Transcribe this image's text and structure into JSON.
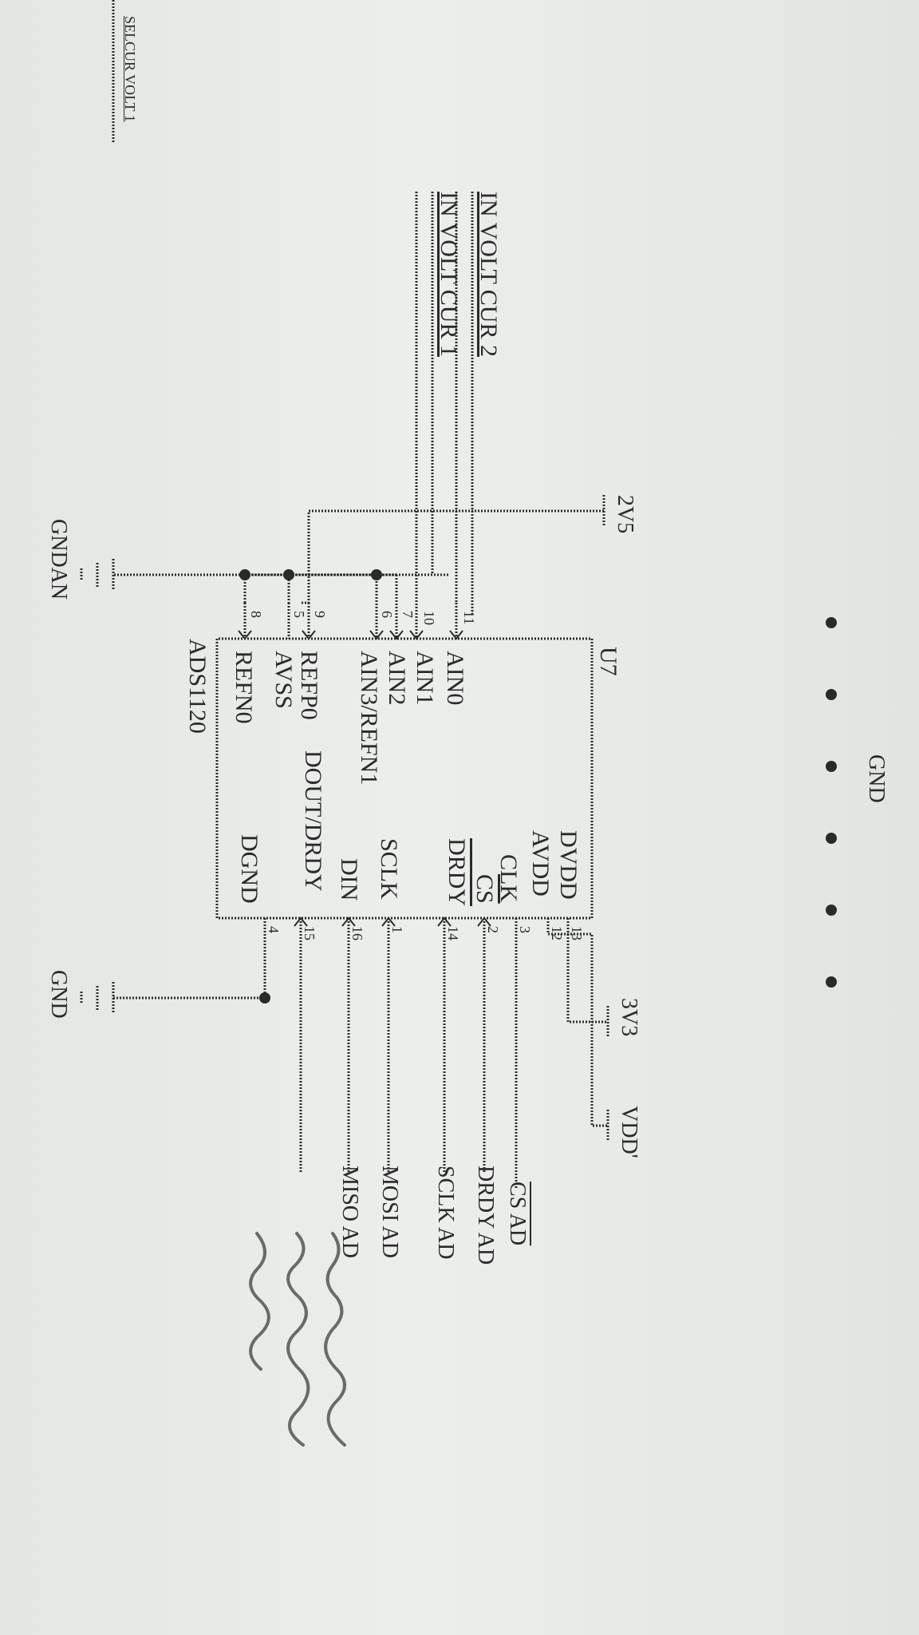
{
  "component": {
    "ref": "U7",
    "part": "ADS1120",
    "left_pins": [
      {
        "num": "11",
        "name": "AIN0"
      },
      {
        "num": "10",
        "name": "AIN1"
      },
      {
        "num": "7",
        "name": "AIN2"
      },
      {
        "num": "6",
        "name": "AIN3/REFN1"
      },
      {
        "num": "9",
        "name": "REFP0"
      },
      {
        "num": "5",
        "name": "AVSS"
      },
      {
        "num": "8",
        "name": "REFN0"
      }
    ],
    "right_pins": [
      {
        "num": "13",
        "name": "DVDD"
      },
      {
        "num": "12",
        "name": "AVDD"
      },
      {
        "num": "3",
        "name": "CLK"
      },
      {
        "num": "2",
        "name": "CS"
      },
      {
        "num": "14",
        "name": "DRDY"
      },
      {
        "num": "1",
        "name": "SCLK"
      },
      {
        "num": "16",
        "name": "DIN"
      },
      {
        "num": "15",
        "name": "DOUT/DRDY"
      },
      {
        "num": "4",
        "name": "DGND"
      }
    ]
  },
  "nets": {
    "in_volt_cur_2": "IN VOLT CUR 2",
    "in_volt_cur_1": "IN VOLT CUR 1",
    "selcur_volt_1": "SELCUR VOLT 1",
    "supply_2v5": "2V5",
    "supply_3v3": "3V3",
    "supply_vdd": "VDD'",
    "gndan": "GNDAN",
    "gnd_bottom": "GND",
    "gnd_top": "GND",
    "cs_ad": "CS AD",
    "drdy_ad": "DRDY AD",
    "sclk_ad": "SCLK AD",
    "mosi_ad": "MOSI AD",
    "miso_ad": "MISO AD"
  },
  "colors": {
    "ink": "#2a2a2a",
    "pencil": "#6a6a6a",
    "paper": "#e6e8e6"
  }
}
